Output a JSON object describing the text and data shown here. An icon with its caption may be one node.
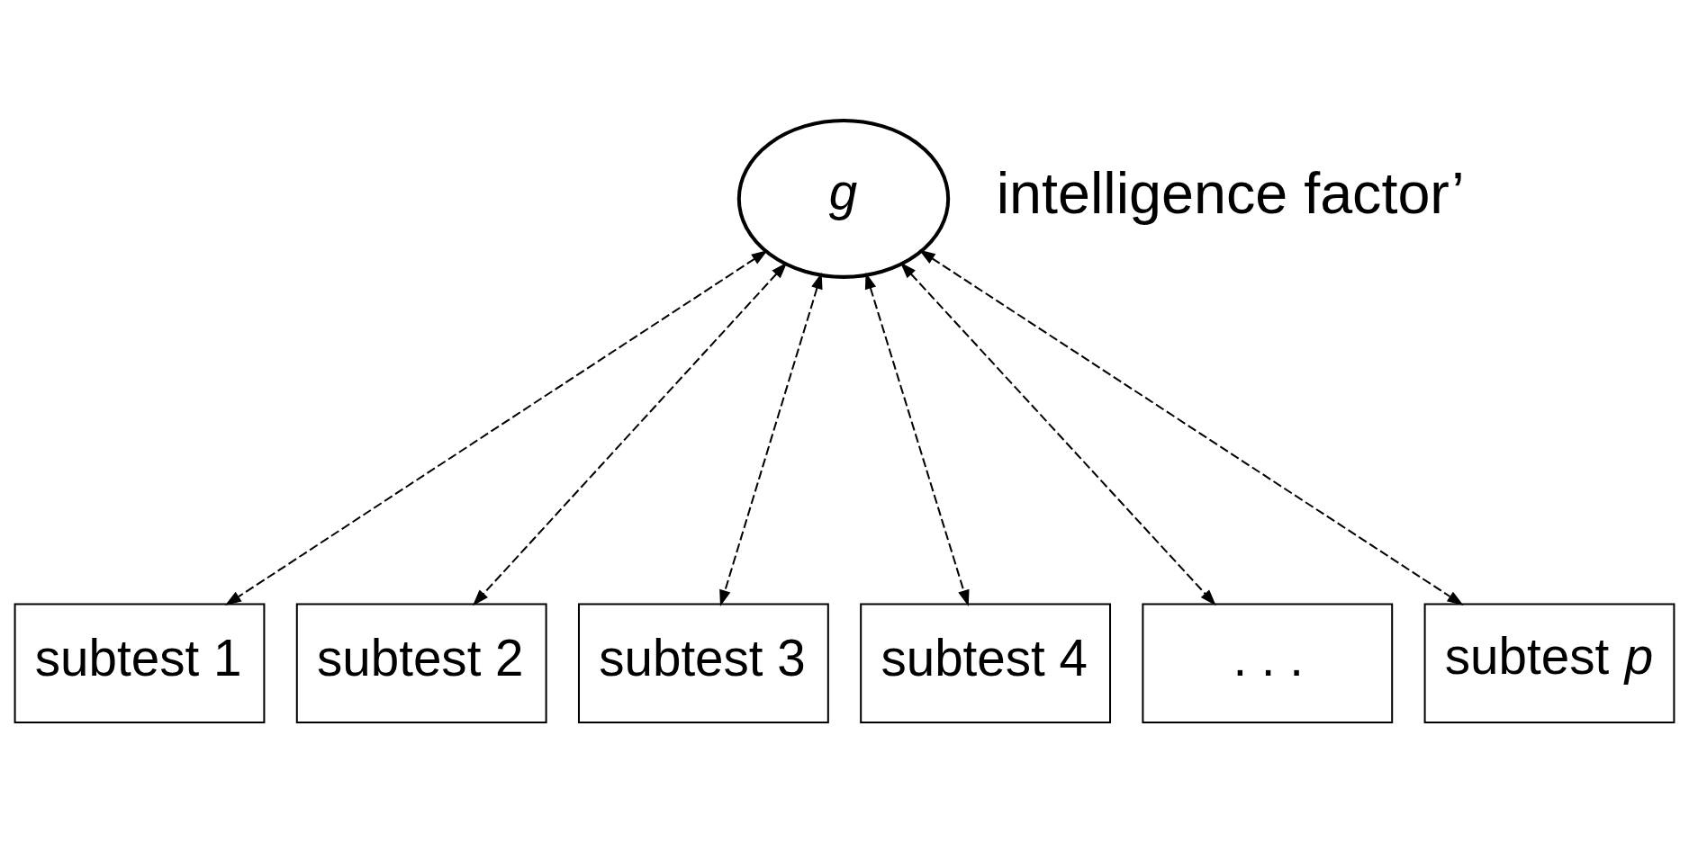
{
  "diagram": {
    "nodes": [
      {
        "text": [
          "g"
        ]
      },
      {
        "text": [
          "subtest 1"
        ]
      },
      {
        "text": [
          "subtest 2"
        ]
      },
      {
        "text": [
          "subtest 3"
        ]
      },
      {
        "text": [
          "subtest 4"
        ]
      },
      {
        "text": [
          ". . ."
        ]
      },
      {
        "text": [
          "subtest *p*"
        ]
      }
    ],
    "edges": [
      {
        "from": 0,
        "to": 1,
        "arrow": "both",
        "style": "dashed"
      },
      {
        "from": 0,
        "to": 2,
        "arrow": "both",
        "style": "dashed"
      },
      {
        "from": 0,
        "to": 3,
        "arrow": "both",
        "style": "dashed"
      },
      {
        "from": 0,
        "to": 4,
        "arrow": "both",
        "style": "dashed"
      },
      {
        "from": 0,
        "to": 5,
        "arrow": "both",
        "style": "dashed"
      },
      {
        "from": 0,
        "to": 6,
        "arrow": "both",
        "style": "dashed"
      }
    ],
    "labels": [
      "intelligence factor’"
    ]
  }
}
